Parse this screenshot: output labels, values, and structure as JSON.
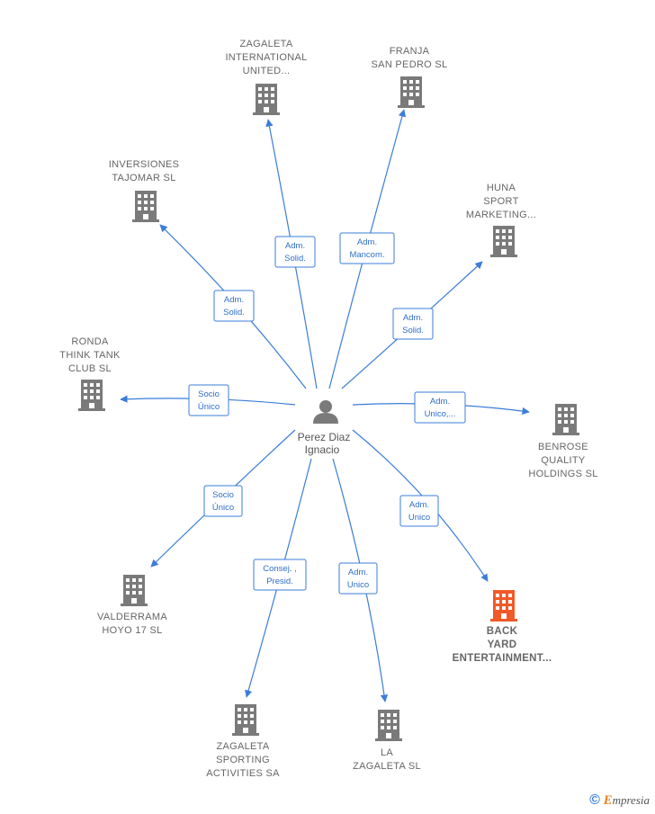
{
  "center": {
    "name_lines": [
      "Perez Diaz",
      "Ignacio"
    ],
    "icon": "person-icon"
  },
  "colors": {
    "edge": "#3b7dd8",
    "building": "#7a7a7a",
    "highlight": "#f05a28"
  },
  "nodes": [
    {
      "id": "zagaleta-intl",
      "lines": [
        "ZAGALETA",
        "INTERNATIONAL",
        "UNITED..."
      ],
      "relation": [
        "Adm.",
        "Solid."
      ],
      "highlight": false
    },
    {
      "id": "franja",
      "lines": [
        "FRANJA",
        "SAN PEDRO SL"
      ],
      "relation": [
        "Adm.",
        "Mancom."
      ],
      "highlight": false
    },
    {
      "id": "inversiones",
      "lines": [
        "INVERSIONES",
        "TAJOMAR  SL"
      ],
      "relation": [
        "Adm.",
        "Solid."
      ],
      "highlight": false
    },
    {
      "id": "huna",
      "lines": [
        "HUNA",
        "SPORT",
        "MARKETING..."
      ],
      "relation": [
        "Adm.",
        "Solid."
      ],
      "highlight": false
    },
    {
      "id": "ronda",
      "lines": [
        "RONDA",
        "THINK TANK",
        "CLUB SL"
      ],
      "relation": [
        "Socio",
        "Único"
      ],
      "highlight": false
    },
    {
      "id": "benrose",
      "lines": [
        "BENROSE",
        "QUALITY",
        "HOLDINGS  SL"
      ],
      "relation": [
        "Adm.",
        "Unico,..."
      ],
      "highlight": false
    },
    {
      "id": "valderrama",
      "lines": [
        "VALDERRAMA",
        "HOYO 17  SL"
      ],
      "relation": [
        "Socio",
        "Único"
      ],
      "highlight": false
    },
    {
      "id": "backyard",
      "lines": [
        "BACK",
        "YARD",
        "ENTERTAINMENT..."
      ],
      "relation": [
        "Adm.",
        "Unico"
      ],
      "highlight": true
    },
    {
      "id": "zagaleta-sporting",
      "lines": [
        "ZAGALETA",
        "SPORTING",
        "ACTIVITIES SA"
      ],
      "relation": [
        "Consej. ,",
        "Presid."
      ],
      "highlight": false
    },
    {
      "id": "la-zagaleta",
      "lines": [
        "LA",
        "ZAGALETA SL"
      ],
      "relation": [
        "Adm.",
        "Unico"
      ],
      "highlight": false
    }
  ],
  "brand": {
    "copyright": "©",
    "first": "E",
    "rest": "mpresia"
  }
}
